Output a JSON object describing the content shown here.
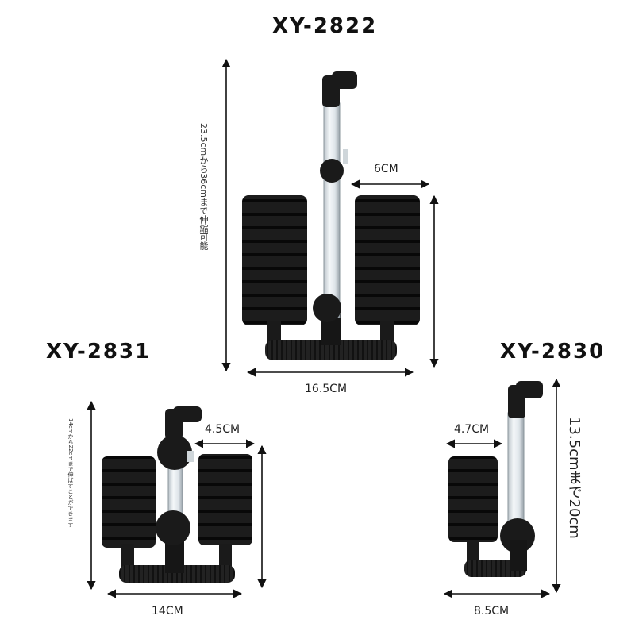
{
  "products": [
    {
      "model": "XY-2822",
      "width": "16.5CM",
      "sponge_width": "6CM",
      "height_range": "23.5cmから36cmまで伸縮可能"
    },
    {
      "model": "XY-2831",
      "width": "14CM",
      "sponge_width": "4.5CM",
      "height_range": "14cmから22cmまで伸ばすことができます"
    },
    {
      "model": "XY-2830",
      "width": "8.5CM",
      "sponge_width": "4.7CM",
      "height_range": "13.5cmまで20cm"
    }
  ]
}
